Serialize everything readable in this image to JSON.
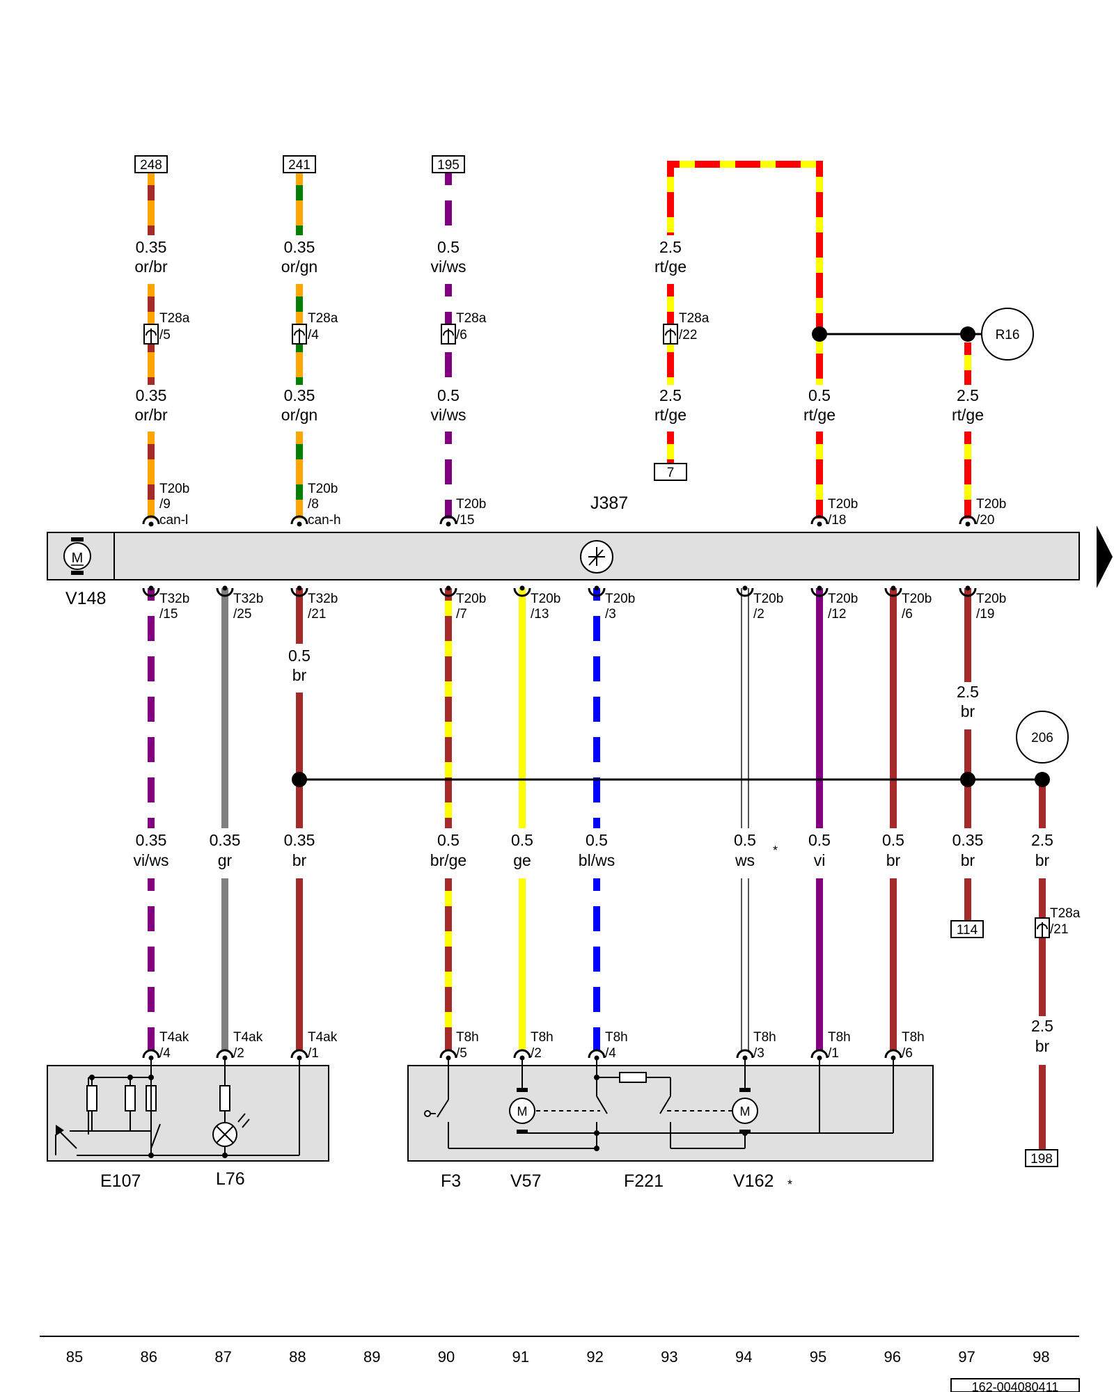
{
  "control_unit": {
    "name": "J387"
  },
  "motor_label": "V148",
  "refs": {
    "top_86": "248",
    "top_88": "241",
    "top_90": "195",
    "r16": "R16",
    "c206": "206",
    "box_7": "7",
    "box_114": "114",
    "box_198": "198"
  },
  "upper_wires": [
    {
      "gauge": "0.35",
      "color": "or/br",
      "gauge2": "0.35",
      "color2": "or/br",
      "mid_conn": "T28a",
      "mid_pin": "/5",
      "low_conn": "T20b",
      "low_pin": "/9",
      "low_extra": "can-l"
    },
    {
      "gauge": "0.35",
      "color": "or/gn",
      "gauge2": "0.35",
      "color2": "or/gn",
      "mid_conn": "T28a",
      "mid_pin": "/4",
      "low_conn": "T20b",
      "low_pin": "/8",
      "low_extra": "can-h"
    },
    {
      "gauge": "0.5",
      "color": "vi/ws",
      "gauge2": "0.5",
      "color2": "vi/ws",
      "mid_conn": "T28a",
      "mid_pin": "/6",
      "low_conn": "T20b",
      "low_pin": "/15"
    },
    {
      "gauge": "2.5",
      "color": "rt/ge",
      "gauge2": "2.5",
      "color2": "rt/ge",
      "mid_conn": "T28a",
      "mid_pin": "/22"
    },
    {
      "gauge": "0.5",
      "color": "rt/ge",
      "low_conn": "T20b",
      "low_pin": "/18"
    },
    {
      "gauge": "2.5",
      "color": "rt/ge",
      "low_conn": "T20b",
      "low_pin": "/20"
    }
  ],
  "lower_wires": [
    {
      "top_conn": "T32b",
      "top_pin": "/15",
      "gauge": "0.35",
      "color": "vi/ws",
      "bot_conn": "T4ak",
      "bot_pin": "/4"
    },
    {
      "top_conn": "T32b",
      "top_pin": "/25",
      "gauge": "0.35",
      "color": "gr",
      "bot_conn": "T4ak",
      "bot_pin": "/2"
    },
    {
      "top_conn": "T32b",
      "top_pin": "/21",
      "gauge_mid": "0.5",
      "color_mid": "br",
      "gauge": "0.35",
      "color": "br",
      "bot_conn": "T4ak",
      "bot_pin": "/1"
    },
    {
      "top_conn": "T20b",
      "top_pin": "/7",
      "gauge": "0.5",
      "color": "br/ge",
      "bot_conn": "T8h",
      "bot_pin": "/5"
    },
    {
      "top_conn": "T20b",
      "top_pin": "/13",
      "gauge": "0.5",
      "color": "ge",
      "bot_conn": "T8h",
      "bot_pin": "/2"
    },
    {
      "top_conn": "T20b",
      "top_pin": "/3",
      "gauge": "0.5",
      "color": "bl/ws",
      "bot_conn": "T8h",
      "bot_pin": "/4"
    },
    {
      "top_conn": "T20b",
      "top_pin": "/2",
      "gauge": "0.5",
      "color": "ws",
      "bot_conn": "T8h",
      "bot_pin": "/3",
      "note": "*"
    },
    {
      "top_conn": "T20b",
      "top_pin": "/12",
      "gauge": "0.5",
      "color": "vi",
      "bot_conn": "T8h",
      "bot_pin": "/1"
    },
    {
      "top_conn": "T20b",
      "top_pin": "/6",
      "gauge": "0.5",
      "color": "br",
      "bot_conn": "T8h",
      "bot_pin": "/6"
    },
    {
      "top_conn": "T20b",
      "top_pin": "/19",
      "gauge_mid": "2.5",
      "color_mid": "br",
      "gauge": "0.35",
      "color": "br"
    },
    {
      "gauge": "2.5",
      "color": "br",
      "mid_conn": "T28a",
      "mid_pin": "/21",
      "gauge2": "2.5",
      "color2": "br"
    }
  ],
  "components": {
    "E107": "E107",
    "L76": "L76",
    "F3": "F3",
    "V57": "V57",
    "F221": "F221",
    "V162": "V162",
    "V162_note": "*"
  },
  "columns": [
    "85",
    "86",
    "87",
    "88",
    "89",
    "90",
    "91",
    "92",
    "93",
    "94",
    "95",
    "96",
    "97",
    "98"
  ],
  "doc_id": "162-004080411",
  "colors": {
    "or": "#ffa500",
    "br": "#a52a2a",
    "gn": "#008000",
    "vi": "#800080",
    "ws": "#ffffff",
    "rt": "#ff0000",
    "ge": "#ffff00",
    "gr": "#808080",
    "bl": "#0000ff",
    "unit_fill": "#e0e0e0"
  }
}
